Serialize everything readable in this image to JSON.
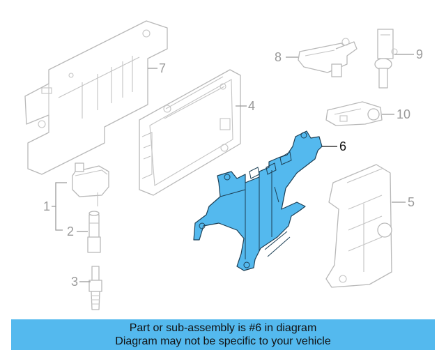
{
  "callouts": [
    {
      "id": "1",
      "label": "1"
    },
    {
      "id": "2",
      "label": "2"
    },
    {
      "id": "3",
      "label": "3"
    },
    {
      "id": "4",
      "label": "4"
    },
    {
      "id": "5",
      "label": "5"
    },
    {
      "id": "6",
      "label": "6"
    },
    {
      "id": "7",
      "label": "7"
    },
    {
      "id": "8",
      "label": "8"
    },
    {
      "id": "9",
      "label": "9"
    },
    {
      "id": "10",
      "label": "10"
    }
  ],
  "highlighted_part": "6",
  "colors": {
    "highlight_fill": "#54b9ee",
    "highlight_outline": "#1c3f55",
    "part_outline": "#b8b8b8",
    "callout_text": "#9a9a9a",
    "active_callout_text": "#111111",
    "banner_background": "#54b9ee"
  },
  "banner": {
    "line1": "Part or sub-assembly is #6 in diagram",
    "line2": "Diagram may not be specific to your vehicle"
  }
}
